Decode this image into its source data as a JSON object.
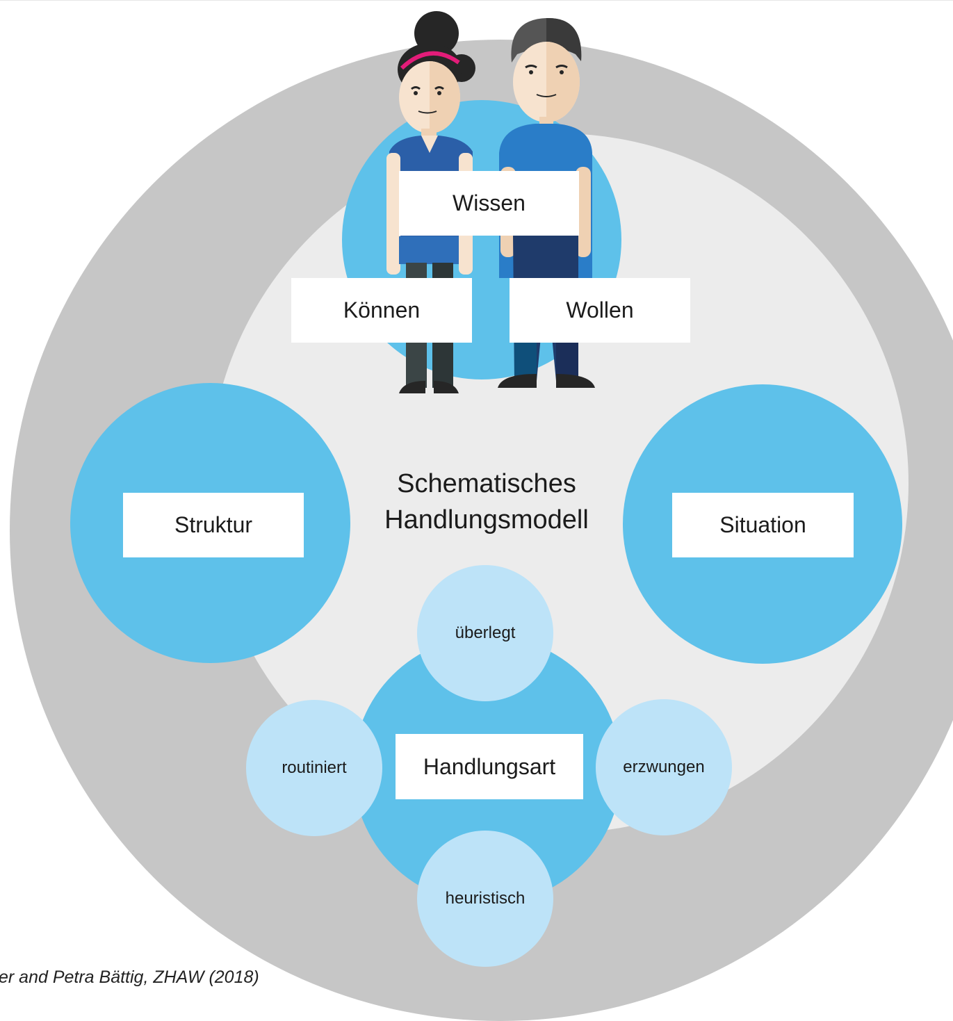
{
  "diagram": {
    "center_title_line1": "Schematisches",
    "center_title_line2": "Handlungsmodell",
    "person_boxes": {
      "wissen": "Wissen",
      "koennen": "Können",
      "wollen": "Wollen"
    },
    "struktur": "Struktur",
    "situation": "Situation",
    "handlungsart": "Handlungsart",
    "modes": {
      "top": "überlegt",
      "left": "routiniert",
      "right": "erzwungen",
      "bottom": "heuristisch"
    }
  },
  "caption": "er and Petra Bättig, ZHAW (2018)",
  "colors": {
    "outer_ring": "#c6c6c6",
    "inner_ring": "#ececec",
    "blue": "#5ec1ea",
    "light_blue": "#bde3f8"
  }
}
